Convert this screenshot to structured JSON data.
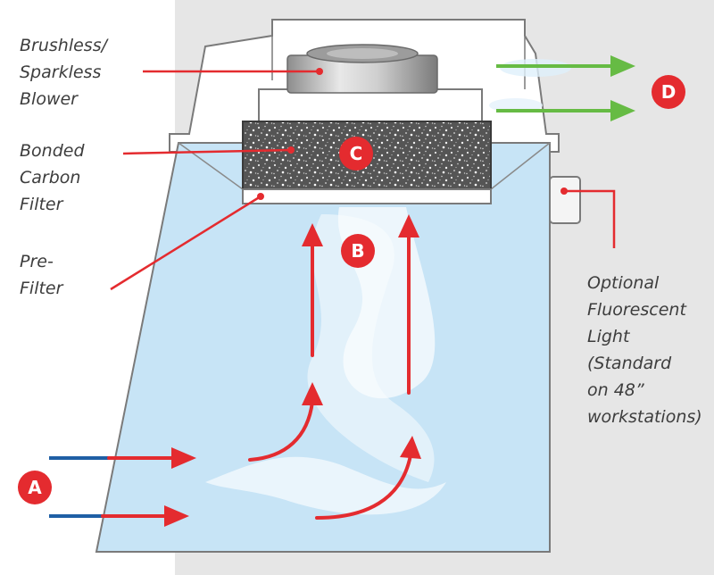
{
  "colors": {
    "background_right": "#e6e6e6",
    "enclosure_fill": "#c7e4f6",
    "enclosure_stroke": "#7a7a7a",
    "housing_fill": "#ffffff",
    "filter_fill": "#5a5a5a",
    "airflow_arrow": "#e42b2f",
    "exhaust_arrow": "#66bb44",
    "inlet_line": "#1f5fa5",
    "callout_line": "#e42b2f",
    "badge": "#e42b2f"
  },
  "labels": {
    "blower": [
      "Brushless/",
      "Sparkless",
      "Blower"
    ],
    "carbon_filter": [
      "Bonded",
      "Carbon",
      "Filter"
    ],
    "pre_filter": [
      "Pre-",
      "Filter"
    ],
    "light": [
      "Optional",
      "Fluorescent",
      "Light",
      "(Standard",
      "on 48”",
      "workstations)"
    ]
  },
  "badges": {
    "a": "A",
    "b": "B",
    "c": "C",
    "d": "D"
  },
  "icons": {
    "blower": "blower-fan-icon",
    "airflow": "airflow-arrow-icon",
    "exhaust": "exhaust-arrow-icon"
  }
}
